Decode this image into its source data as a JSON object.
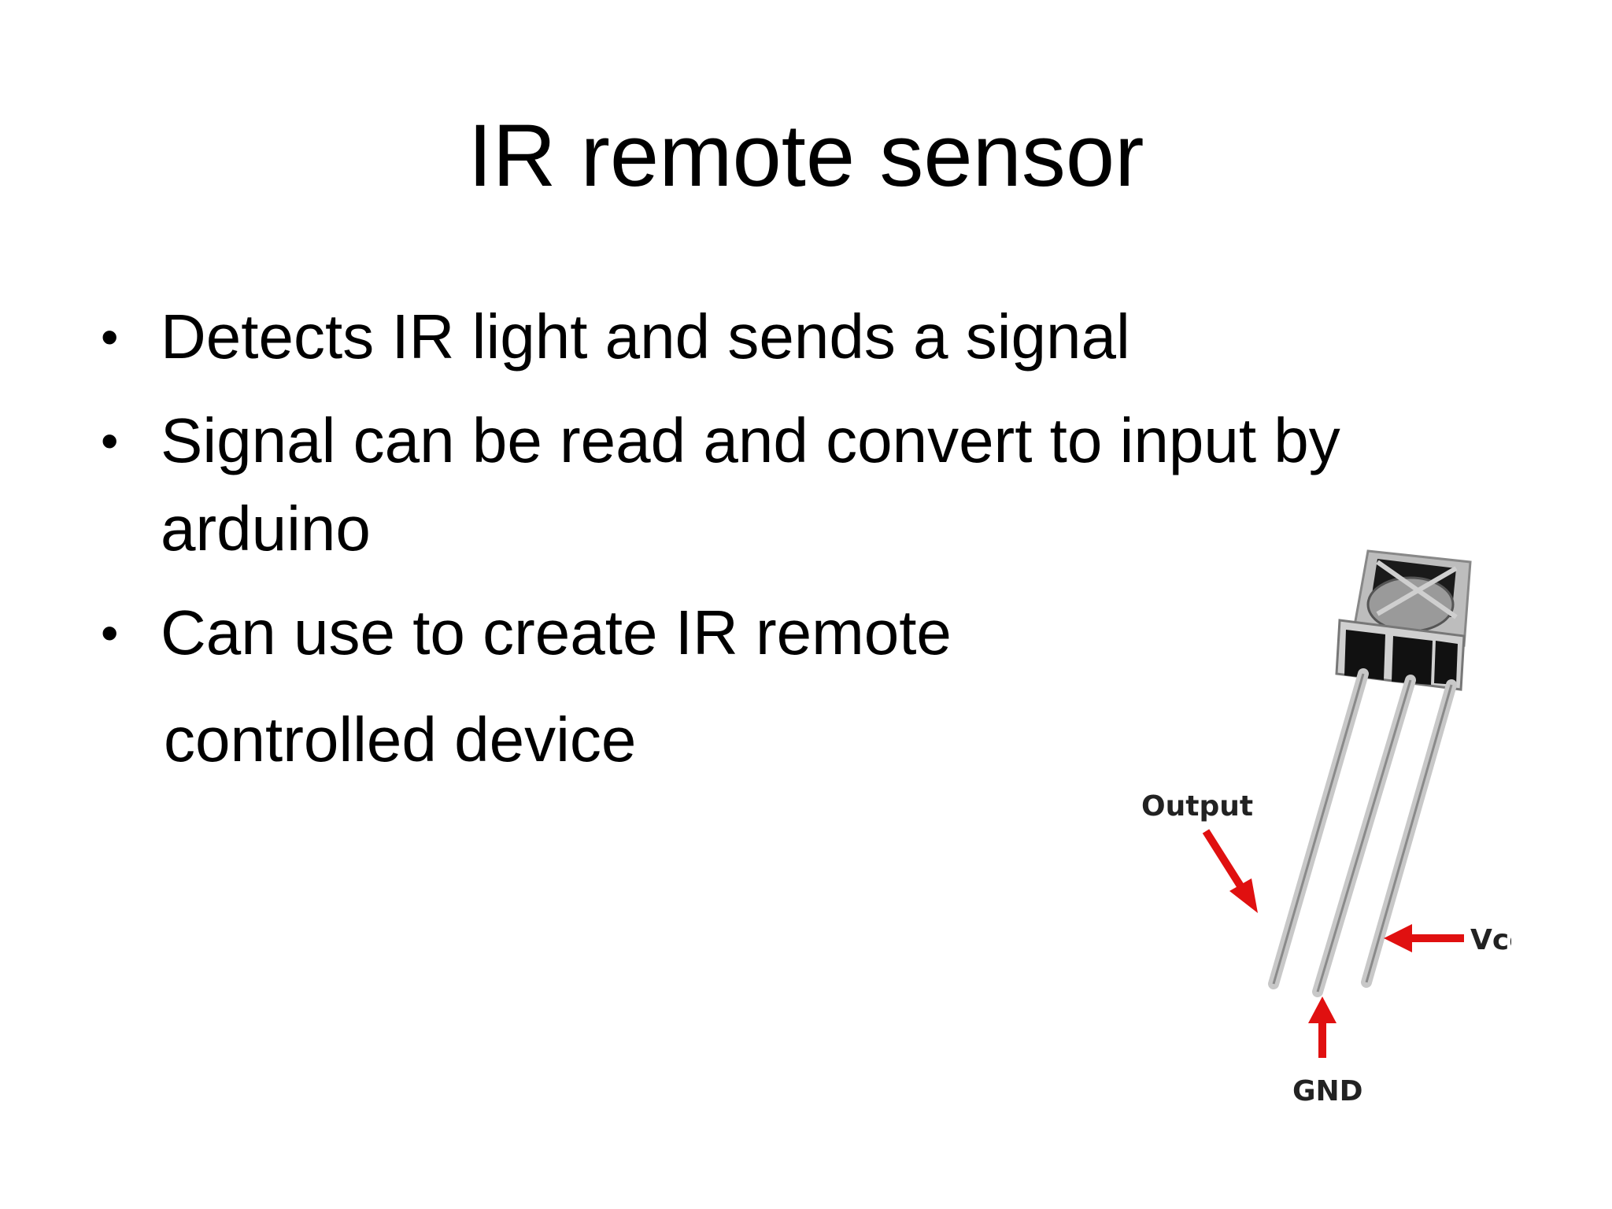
{
  "slide": {
    "title": "IR remote sensor",
    "bullets": [
      "Detects IR light and sends a signal",
      "Signal can be read and convert to input by arduino",
      "Can use to create IR remote"
    ],
    "continuation": "controlled device"
  },
  "sensor_diagram": {
    "labels": {
      "output": "Output",
      "vcc": "Vcc",
      "gnd": "GND"
    },
    "arrow_color": "#e01010",
    "pin_color": "#c8c8c8",
    "body_color": "#1a1a1a"
  }
}
